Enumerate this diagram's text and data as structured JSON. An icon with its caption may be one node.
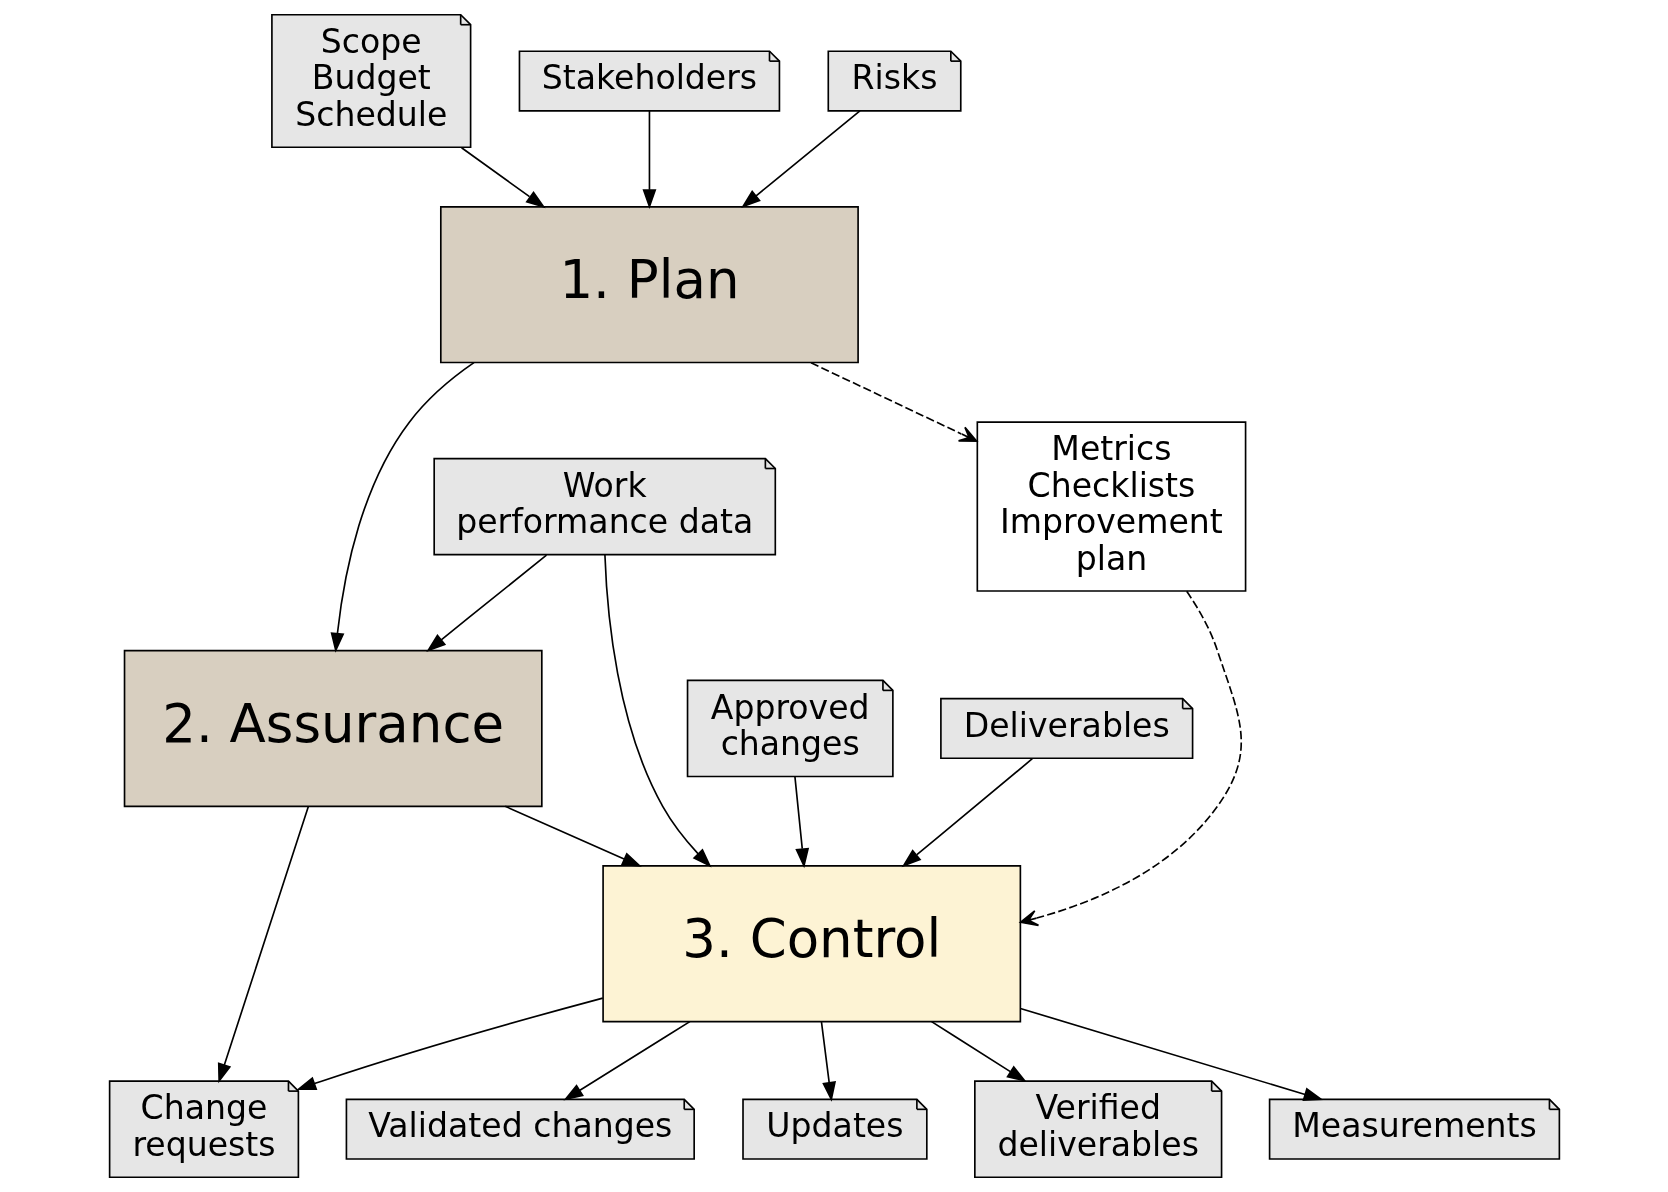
{
  "diagram": {
    "nodes": [
      {
        "text": [
          "Scope Budget Schedule"
        ]
      },
      {
        "text": [
          "Stakeholders"
        ]
      },
      {
        "text": [
          "Risks"
        ]
      },
      {
        "text": [
          "1. Plan"
        ]
      },
      {
        "text": [
          "Metrics Checklists Improvement plan"
        ]
      },
      {
        "text": [
          "2. Assurance"
        ]
      },
      {
        "text": [
          "Work performance data"
        ]
      },
      {
        "text": [
          "Approved changes"
        ]
      },
      {
        "text": [
          "Deliverables"
        ]
      },
      {
        "text": [
          "3. Control"
        ]
      },
      {
        "text": [
          "Change requests"
        ]
      },
      {
        "text": [
          "Measurements"
        ]
      },
      {
        "text": [
          "Validated changes"
        ]
      },
      {
        "text": [
          "Updates"
        ]
      },
      {
        "text": [
          "Verified deliverables"
        ]
      }
    ],
    "edges": [
      {
        "from": 0,
        "to": 3,
        "arrow": "to"
      },
      {
        "from": 1,
        "to": 3,
        "arrow": "to"
      },
      {
        "from": 2,
        "to": 3,
        "arrow": "to"
      },
      {
        "from": 3,
        "to": 4,
        "arrow": "to",
        "style": "dashed"
      },
      {
        "from": 3,
        "to": 5,
        "arrow": "to"
      },
      {
        "from": 6,
        "to": 5,
        "arrow": "to"
      },
      {
        "from": 6,
        "to": 9,
        "arrow": "to"
      },
      {
        "from": 4,
        "to": 9,
        "arrow": "to",
        "style": "dashed"
      },
      {
        "from": 5,
        "to": 9,
        "arrow": "to"
      },
      {
        "from": 7,
        "to": 9,
        "arrow": "to"
      },
      {
        "from": 8,
        "to": 9,
        "arrow": "to"
      },
      {
        "from": 5,
        "to": 10,
        "arrow": "to"
      },
      {
        "from": 9,
        "to": 10,
        "arrow": "to"
      },
      {
        "from": 9,
        "to": 11,
        "arrow": "to"
      },
      {
        "from": 9,
        "to": 12,
        "arrow": "to"
      },
      {
        "from": 9,
        "to": 13,
        "arrow": "to"
      },
      {
        "from": 9,
        "to": 14,
        "arrow": "to"
      }
    ]
  }
}
